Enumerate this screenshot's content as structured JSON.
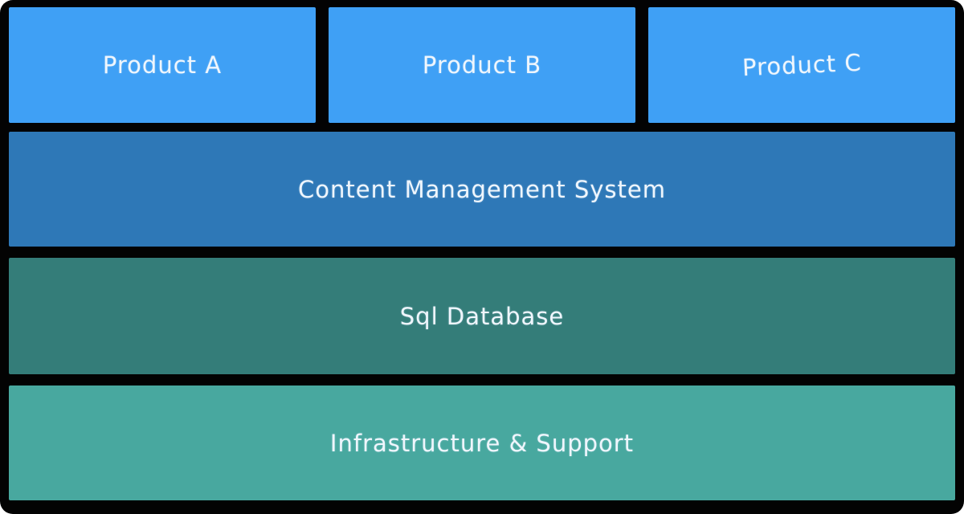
{
  "colors": {
    "background": "#030303",
    "product_box": "#3FA0F5",
    "cms_box": "#2E78B7",
    "sql_box": "#347D79",
    "infrastructure_box": "#48A89F",
    "text": "#EFF6FD"
  },
  "products_row": {
    "items": [
      {
        "label": "Product A"
      },
      {
        "label": "Product B"
      },
      {
        "label": "Product C"
      }
    ]
  },
  "layers": [
    {
      "label": "Content Management System"
    },
    {
      "label": "Sql Database"
    },
    {
      "label": "Infrastructure & Support"
    }
  ]
}
